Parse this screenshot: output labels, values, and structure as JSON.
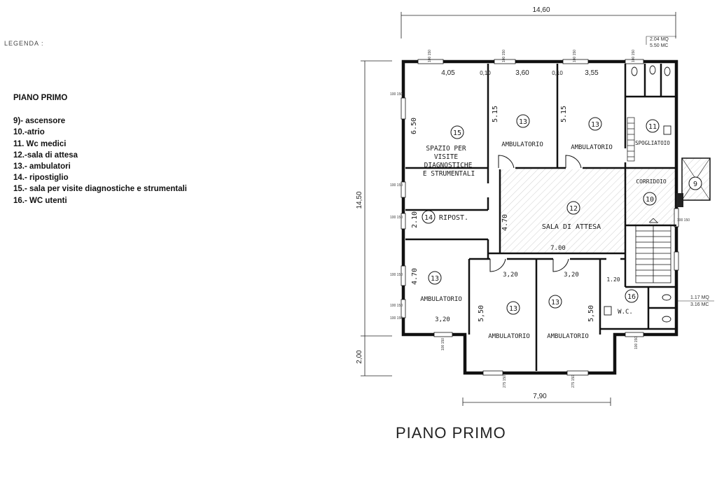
{
  "legend": {
    "title": "LEGENDA :",
    "floor_label": "PIANO PRIMO",
    "items": [
      "9)- ascensore",
      "10.-atrio",
      "11. Wc medici",
      "12.-sala di attesa",
      "13.- ambulatori",
      "14.- ripostiglio",
      "15.- sala per visite  diagnostiche e strumentali",
      "16.- WC utenti"
    ]
  },
  "plan_title": "PIANO PRIMO",
  "dimensions": {
    "total_width": "14,60",
    "total_height": "14,50",
    "bottom_width": "7,90",
    "lower_offset": "2,00",
    "top_segments": [
      "4,05",
      "0,10",
      "3,60",
      "0,10",
      "3,55"
    ],
    "h_515_a": "5.15",
    "h_515_b": "5.15",
    "h_650": "6.50",
    "h_210": "2.10",
    "h_470_a": "4.70",
    "h_470_b": "4.70",
    "w_700": "7.00",
    "w_320_a": "3,20",
    "w_320_b": "3,20",
    "w_320_c": "3,20",
    "h_550_a": "5,50",
    "h_550_b": "5,50",
    "h_120": "1.20"
  },
  "window_tags": {
    "top_a": "100 150",
    "top_b": "100 150",
    "top_c": "100 150",
    "top_d": "100 150",
    "left_a": "100 150",
    "left_b": "100 150",
    "left_c": "100 150",
    "left_d": "100 150",
    "left_e": "100 150",
    "left_f": "100 150",
    "right_a": "100 150",
    "bottom_a": "100 150",
    "bottom_b": "275 150",
    "bottom_c": "275 150",
    "bottom_d": "100 150"
  },
  "area_notes": {
    "top_area": "2.04 MQ",
    "top_volume": "5.50 MC",
    "wc_area": "1.17 MQ",
    "wc_volume": "3.16 MC"
  },
  "rooms": [
    {
      "num": "15",
      "lines": [
        "SPAZIO PER",
        "VISITE",
        "DIAGNOSTICHE",
        "E STRUMENTALI"
      ]
    },
    {
      "num": "13",
      "lines": [
        "AMBULATORIO"
      ]
    },
    {
      "num": "13",
      "lines": [
        "AMBULATORIO"
      ]
    },
    {
      "num": "11",
      "lines": [
        "SPOGLIATOIO"
      ]
    },
    {
      "num": "9",
      "lines": []
    },
    {
      "num": "10",
      "lines": [
        "CORRIDOIO"
      ]
    },
    {
      "num": "14",
      "lines": [
        "RIPOST."
      ]
    },
    {
      "num": "12",
      "lines": [
        "SALA DI ATTESA"
      ]
    },
    {
      "num": "13",
      "lines": [
        "AMBULATORIO"
      ]
    },
    {
      "num": "13",
      "lines": [
        "AMBULATORIO"
      ]
    },
    {
      "num": "13",
      "lines": [
        "AMBULATORIO"
      ]
    },
    {
      "num": "16",
      "lines": [
        "W.C."
      ]
    }
  ]
}
